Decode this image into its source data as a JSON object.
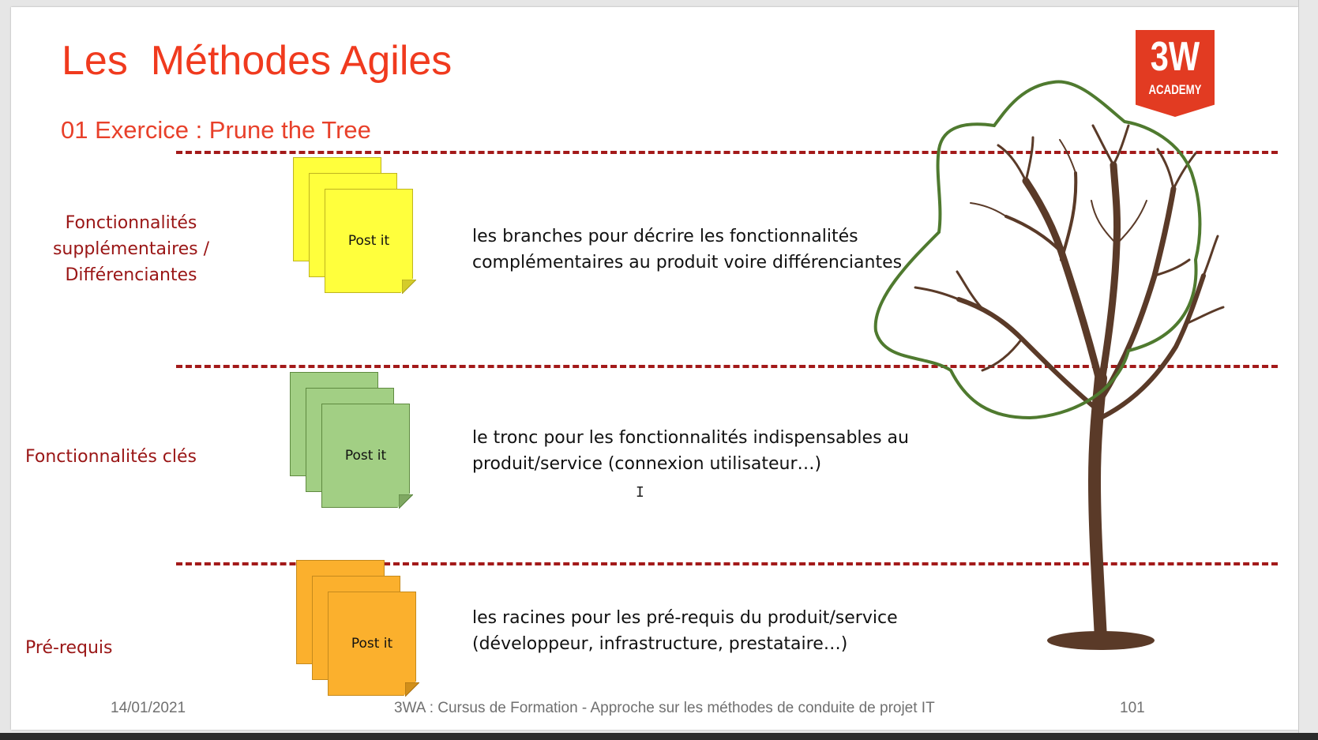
{
  "slide": {
    "title": "Les  Méthodes Agiles",
    "subtitle": "01 Exercice : Prune the Tree",
    "categories": {
      "top": "Fonctionnalités supplémentaires / Différenciantes",
      "middle": "Fonctionnalités clés",
      "bottom": "Pré-requis"
    },
    "descriptions": {
      "top": "les branches pour décrire les fonctionnalités\ncomplémentaires au produit voire différenciantes",
      "middle": "le tronc pour les fonctionnalités indispensables au\nproduit/service (connexion utilisateur…)",
      "bottom": "les racines pour les pré-requis du produit/service\n(développeur, infrastructure, prestataire…)"
    },
    "post_it_label": "Post it",
    "post_it_colors": {
      "top": "#ffff3c",
      "middle": "#a2cf84",
      "bottom": "#fbb02d"
    },
    "footer": {
      "date": "14/01/2021",
      "course": "3WA : Cursus de Formation - Approche sur les méthodes de conduite de projet IT",
      "page": "101"
    },
    "logo": {
      "big": "3W",
      "small": "ACADEMY"
    },
    "colors": {
      "title": "#f03a1e",
      "category": "#9a1616",
      "dashed_line": "#a31a1a",
      "canopy_outline": "#4f7a2f"
    },
    "icons": {
      "tree": "bare-tree-illustration",
      "cursor": "text-cursor-icon"
    }
  }
}
